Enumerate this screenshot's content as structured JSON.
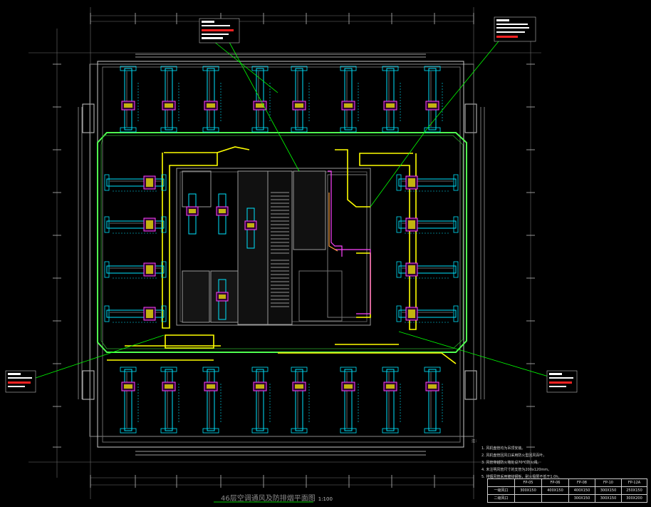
{
  "title": {
    "main": "46层空调通风及防排烟平面图",
    "scale": "1:100"
  },
  "notes": {
    "heading": "注：",
    "items": [
      "1. 风机盘管均为吊顶安装。",
      "2. 风机盘管回风口采用防火型回风百叶。",
      "3. 风管穿越防火墙处设70℃防火阀。",
      "4. 未注明风管尺寸的支管为200x120mm。",
      "5. 排烟风管采用镀锌钢板，耐火极限不低于1.0h。"
    ]
  },
  "schedule": {
    "headers": [
      "",
      "FP-05",
      "FP-06",
      "FP-08",
      "FP-10",
      "FP-12A"
    ],
    "rows": [
      [
        "一级风口",
        "300X150",
        "400X150",
        "400X150",
        "300X150",
        "250X150"
      ],
      [
        "二级风口",
        "",
        "",
        "300X150",
        "300X150",
        "300X200"
      ]
    ]
  },
  "colors": {
    "background": "#000000",
    "wall": "#c8c8c8",
    "duct": "#00e5ff",
    "supply_main": "#ffff00",
    "smoke_main": "#50ff50",
    "equipment": "#ff44ff",
    "leader": "#00ff00",
    "core": "#9a9a9a",
    "accent": "#ff2222"
  }
}
